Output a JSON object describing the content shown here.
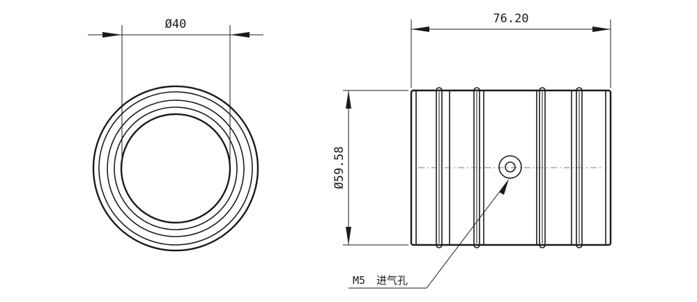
{
  "drawing": {
    "front_view": {
      "dimension_diameter": "Ø40"
    },
    "side_view": {
      "dimension_length": "76.20",
      "dimension_outer_diameter": "Ø59.58",
      "callout": {
        "thread": "M5",
        "description": "进气孔"
      }
    }
  }
}
